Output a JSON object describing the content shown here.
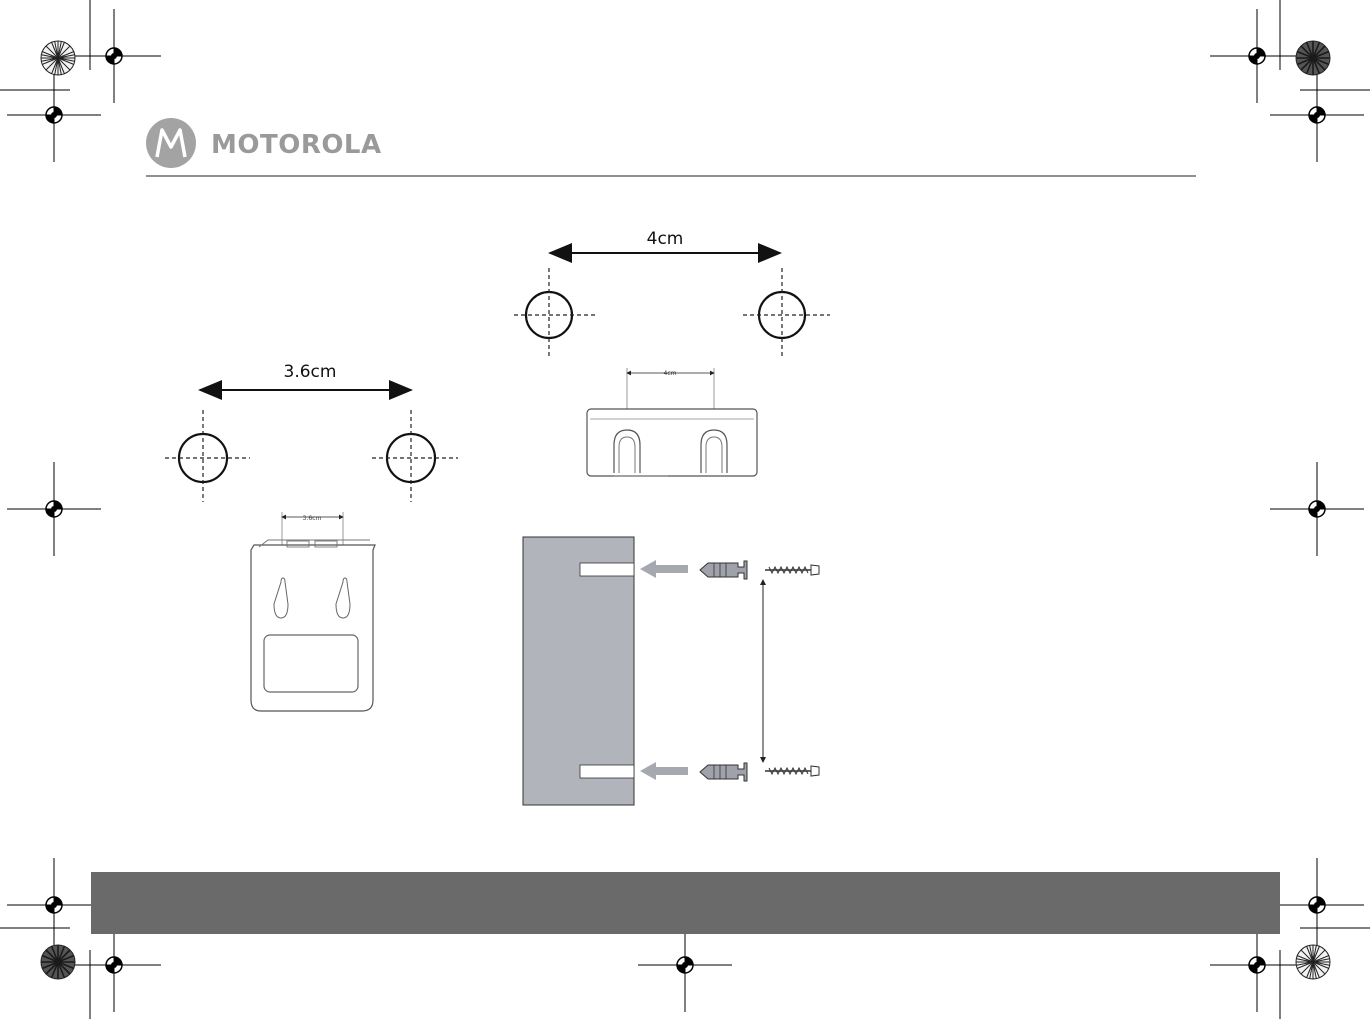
{
  "header": {
    "brand_name": "MOTOROLA",
    "brand_color": "#9a9a9a"
  },
  "figures": {
    "left_unit": {
      "hole_spacing_label": "3.6cm",
      "small_spacing_label": "3.6cm"
    },
    "right_unit": {
      "hole_spacing_label": "4cm",
      "small_spacing_label": "4cm"
    },
    "wall_mount": {
      "wall_color": "#b1b4bb",
      "arrow_color": "#a6a9b0"
    }
  },
  "footer": {
    "bar_color": "#6a6a6a"
  },
  "icons": [
    "registration-mark-icon",
    "color-wheel-icon",
    "motorola-logo-icon",
    "screw-icon",
    "wall-plug-icon",
    "arrow-left-icon"
  ]
}
